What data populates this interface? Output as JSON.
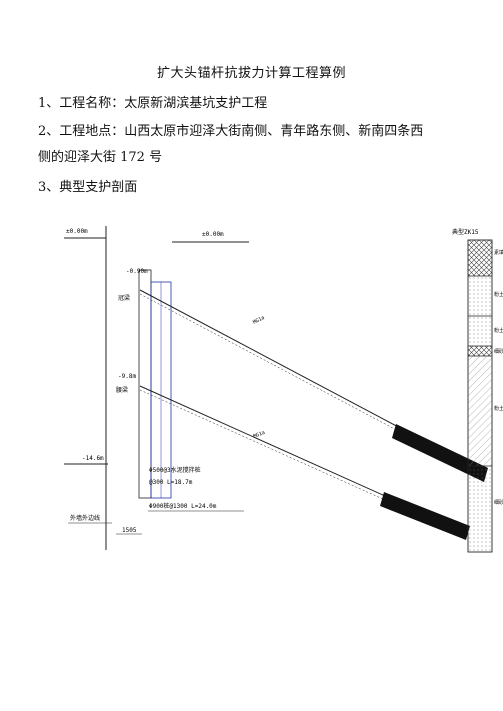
{
  "document": {
    "title": "扩大头锚杆抗拔力计算工程算例",
    "items": [
      "1、工程名称：太原新湖滨基坑支护工程",
      "2、工程地点：山西太原市迎泽大街南侧、青年路东侧、新南四条西",
      "侧的迎泽大街 172 号",
      "3、典型支护剖面"
    ]
  },
  "drawing": {
    "left_level": "±0.00m",
    "right_level": "±0.00m",
    "level_1": "-0.90m",
    "beam_1": "冠梁",
    "level_2": "-9.8m",
    "beam_2": "腰梁",
    "level_3": "-14.6m",
    "mixing_pile": "Φ500@3水泥搅拌桩",
    "mixing_pile_spacing": "@300 L=18.7m",
    "bored_pile": "Φ900桩@1300 L=24.0m",
    "wall_line": "外墙外边线",
    "dim_bottom": "1505",
    "anchor_1_id": "MG1a",
    "anchor_2_id": "MG1a",
    "profile_title": "典型ZK15",
    "strata": [
      "素填",
      "粉土",
      "粉土",
      "细砂",
      "粉土",
      "细砂"
    ]
  }
}
